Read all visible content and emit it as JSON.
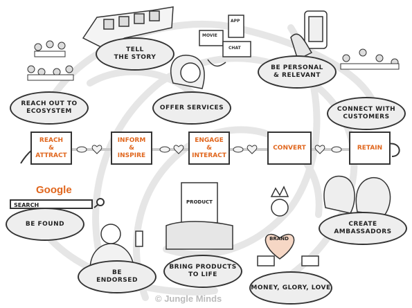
{
  "colors": {
    "accent": "#e0661d",
    "disc": "#eeeeee",
    "ink": "#333333",
    "path": "#e6e6e6"
  },
  "stages": [
    {
      "label": "REACH\n&\nATTRACT"
    },
    {
      "label": "INFORM\n&\nINSPIRE"
    },
    {
      "label": "ENGAGE\n&\nINTERACT"
    },
    {
      "label": "CONVERT"
    },
    {
      "label": "RETAIN"
    }
  ],
  "tactics": {
    "reach_out": "REACH OUT TO\nECOSYSTEM",
    "tell_story": "TELL\nTHE STORY",
    "offer_services": "OFFER SERVICES",
    "personal": "BE PERSONAL\n& RELEVANT",
    "connect": "CONNECT WITH\nCUSTOMERS",
    "be_found": "BE FOUND",
    "endorsed": "BE\nENDORSED",
    "bring_products": "BRING PRODUCTS\nTO LIFE",
    "money": "MONEY, GLORY, LOVE",
    "ambassadors": "CREATE AMBASSADORS"
  },
  "search": {
    "brand": "Google",
    "placeholder": "SEARCH"
  },
  "channels": {
    "movie": "MOVIE",
    "app": "APP",
    "chat": "CHAT"
  },
  "product_label": "PRODUCT",
  "brand_label": "BRAND",
  "copyright": "© Jungle Minds"
}
